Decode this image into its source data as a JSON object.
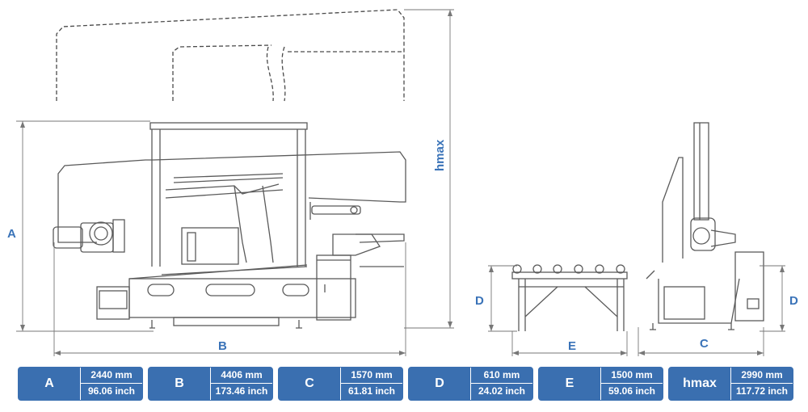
{
  "dimension_labels": {
    "A": "A",
    "B": "B",
    "C": "C",
    "D_front": "D",
    "D_side": "D",
    "E": "E",
    "hmax": "hmax"
  },
  "colors": {
    "accent": "#3a6fb0",
    "label": "#3a73b8",
    "line": "#5a5a5a"
  },
  "dimensions_table": [
    {
      "key": "A",
      "mm": "2440 mm",
      "inch": "96.06 inch"
    },
    {
      "key": "B",
      "mm": "4406 mm",
      "inch": "173.46 inch"
    },
    {
      "key": "C",
      "mm": "1570 mm",
      "inch": "61.81 inch"
    },
    {
      "key": "D",
      "mm": "610 mm",
      "inch": "24.02 inch"
    },
    {
      "key": "E",
      "mm": "1500 mm",
      "inch": "59.06 inch"
    },
    {
      "key": "hmax",
      "mm": "2990 mm",
      "inch": "117.72 inch"
    }
  ]
}
